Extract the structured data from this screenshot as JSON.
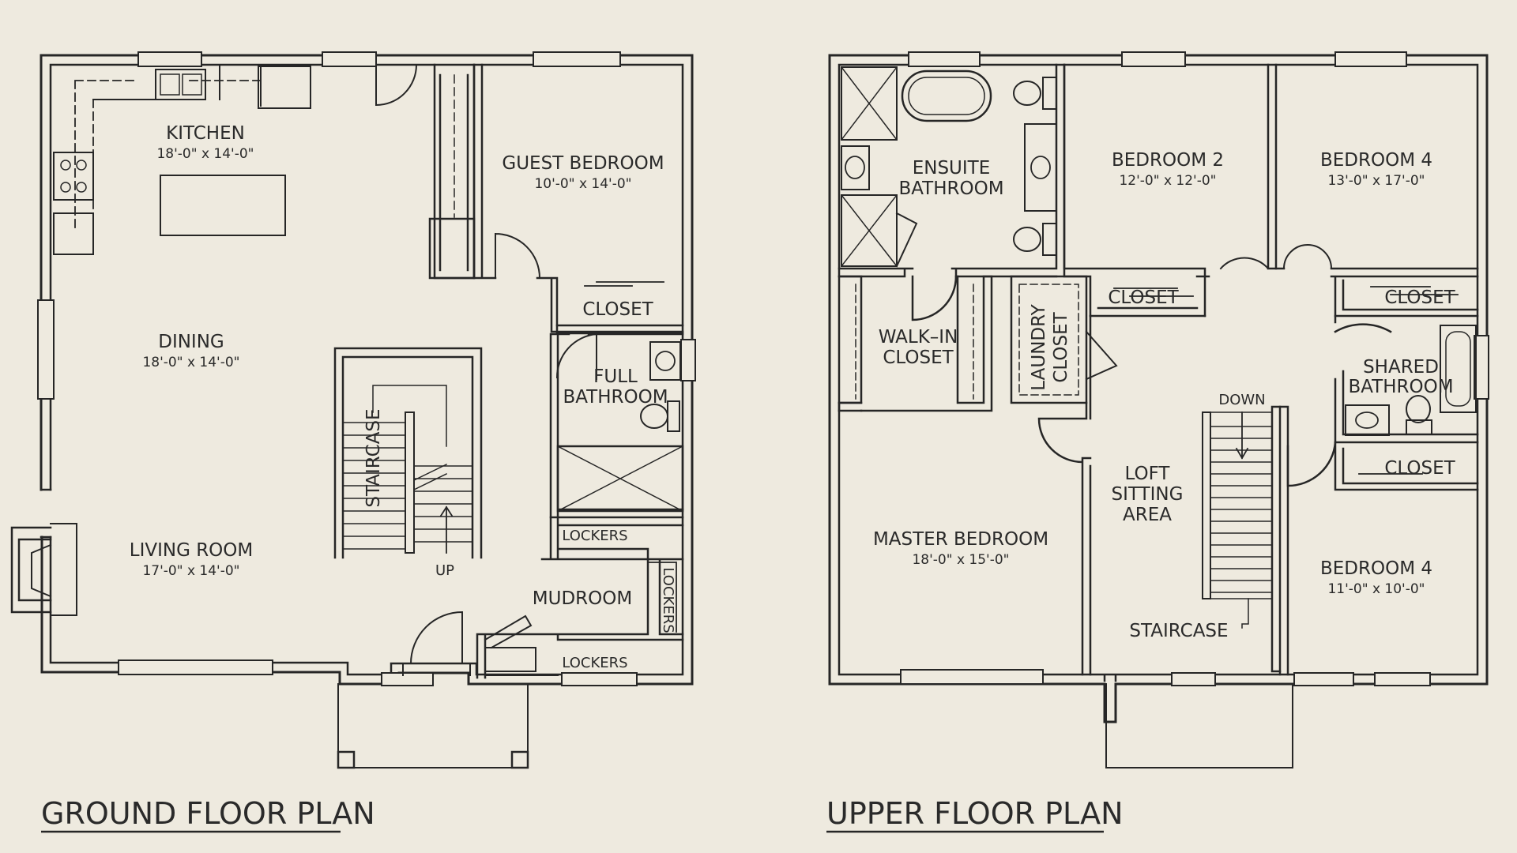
{
  "ground": {
    "title": "GROUND  FLOOR  PLAN",
    "kitchen": {
      "name": "KITCHEN",
      "dim": "18'-0\" x 14'-0\""
    },
    "dining": {
      "name": "DINING",
      "dim": "18'-0\" x 14'-0\""
    },
    "living": {
      "name": "LIVING  ROOM",
      "dim": "17'-0\" x 14'-0\""
    },
    "guest": {
      "name": "GUEST  BEDROOM",
      "dim": "10'-0\" x 14'-0\""
    },
    "closet": "CLOSET",
    "bath_1": "FULL",
    "bath_2": "BATHROOM",
    "staircase": "STAIRCASE",
    "up": "UP",
    "lockers_top": "LOCKERS",
    "lockers_side": "LOCKERS",
    "lockers_bottom": "LOCKERS",
    "mudroom": "MUDROOM"
  },
  "upper": {
    "title": "UPPER  FLOOR  PLAN",
    "ensuite_1": "ENSUITE",
    "ensuite_2": "BATHROOM",
    "bed2": {
      "name": "BEDROOM  2",
      "dim": "12'-0\" x 12'-0\""
    },
    "bed4a": {
      "name": "BEDROOM  4",
      "dim": "13'-0\" x 17'-0\""
    },
    "closet_bed2": "CLOSET",
    "closet_bed4a": "CLOSET",
    "walkin_1": "WALK–IN",
    "walkin_2": "CLOSET",
    "laundry_1": "LAUNDRY",
    "laundry_2": "CLOSET",
    "shared_1": "SHARED",
    "shared_2": "BATHROOM",
    "closet_hall": "CLOSET",
    "down": "DOWN",
    "loft_1": "LOFT",
    "loft_2": "SITTING",
    "loft_3": "AREA",
    "master": {
      "name": "MASTER  BEDROOM",
      "dim": "18'-0\" x 15'-0\""
    },
    "bed4b": {
      "name": "BEDROOM  4",
      "dim": "11'-0\" x 10'-0\""
    },
    "staircase": "STAIRCASE"
  }
}
